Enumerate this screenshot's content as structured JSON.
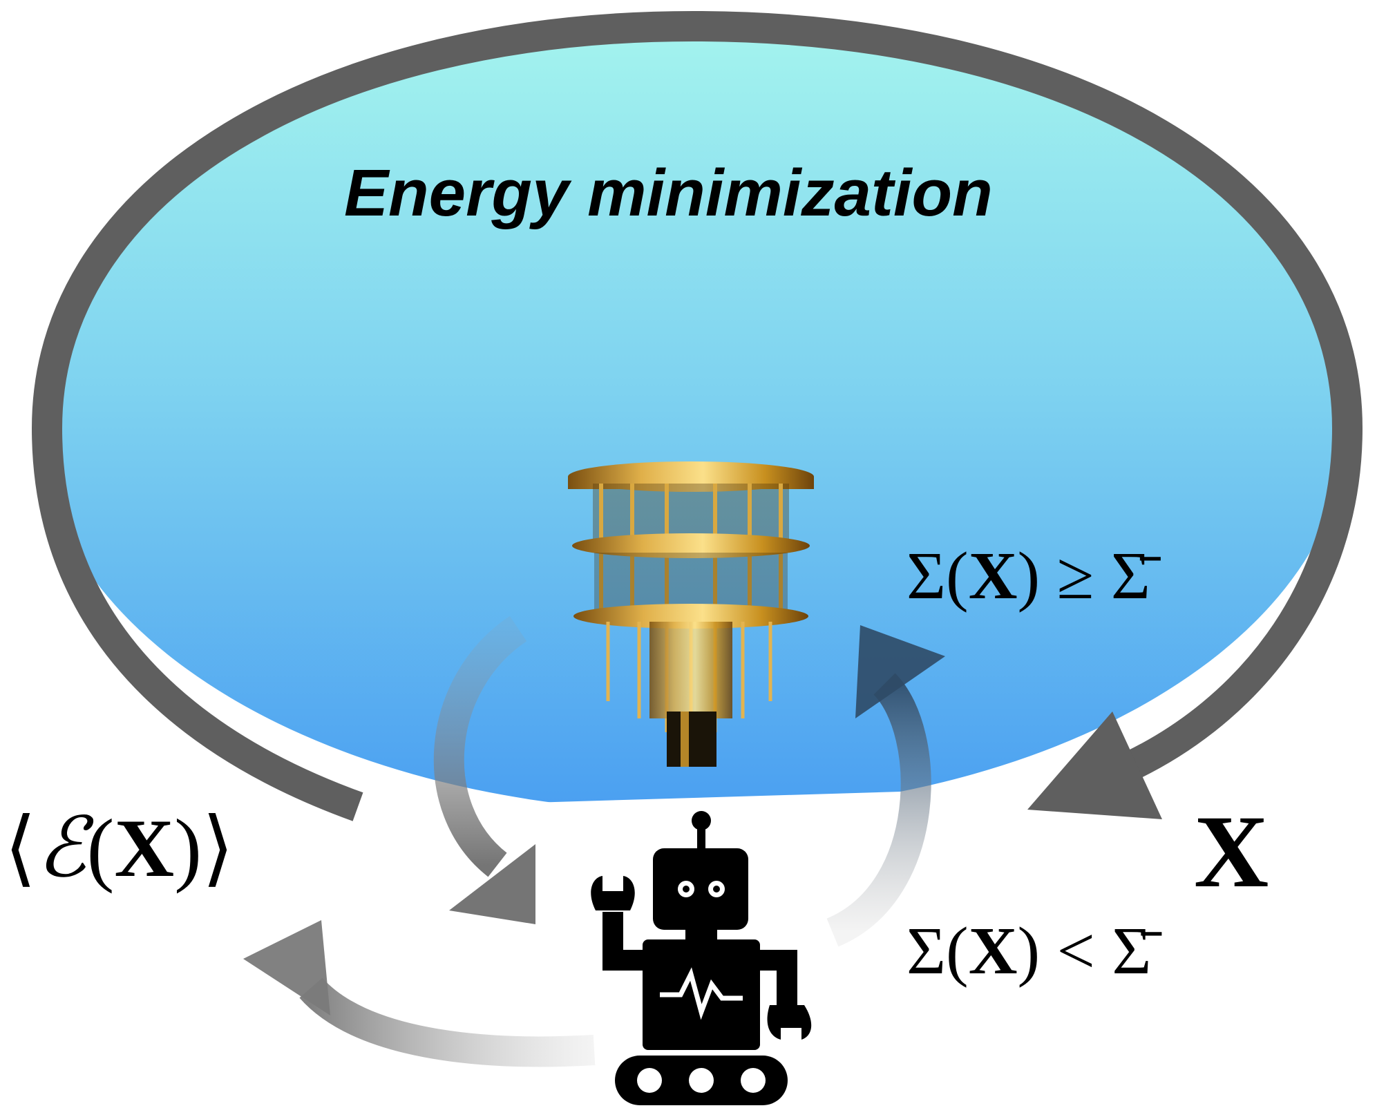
{
  "title": "Energy minimization",
  "constraint_satisfied": {
    "lhs": "Σ(",
    "var": "X",
    "rhs": ") ≥ Σ̄"
  },
  "constraint_violated": {
    "lhs": "Σ(",
    "var": "X",
    "rhs": ") < Σ̄"
  },
  "variable": "X",
  "expectation": {
    "open": "⟨",
    "symbol": "ℰ",
    "paren_open": "(",
    "var": "X",
    "paren_close": ")",
    "close": "⟩"
  },
  "colors": {
    "ellipse_top": "#a3f3ee",
    "ellipse_bottom": "#4fa3f1",
    "loop_arrow": "#5f5f5f",
    "robot": "#000000",
    "cryostat_gold": "#c9961e"
  },
  "icons": {
    "computer": "quantum-computer-cryostat-icon",
    "agent": "robot-icon"
  }
}
